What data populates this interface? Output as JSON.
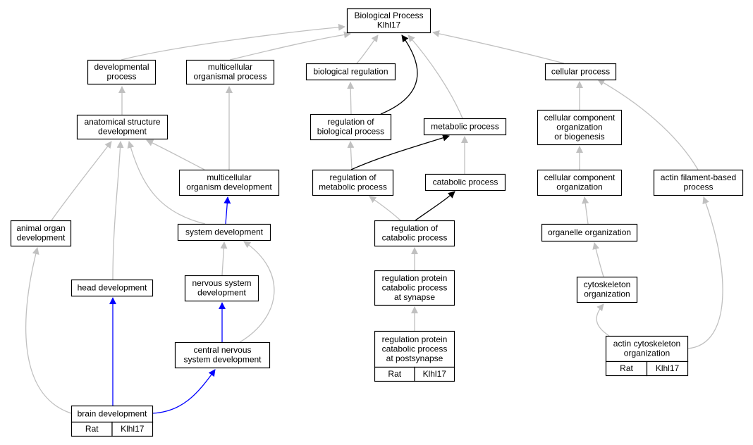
{
  "colors": {
    "edge_default": "#c0c0c0",
    "edge_highlight_black": "#000000",
    "edge_highlight_blue": "#0000ff",
    "annotation_fill": "#ffd700",
    "node_fill": "#ffffff",
    "node_border": "#000000"
  },
  "nodes": [
    {
      "id": "bp",
      "lines": [
        "Biological Process",
        "Klhl17"
      ]
    },
    {
      "id": "dev",
      "lines": [
        "developmental",
        "process"
      ]
    },
    {
      "id": "mop",
      "lines": [
        "multicellular",
        "organismal process"
      ]
    },
    {
      "id": "breg",
      "lines": [
        "biological regulation"
      ]
    },
    {
      "id": "cellp",
      "lines": [
        "cellular process"
      ]
    },
    {
      "id": "asd",
      "lines": [
        "anatomical structure",
        "development"
      ]
    },
    {
      "id": "rbp",
      "lines": [
        "regulation of",
        "biological process"
      ]
    },
    {
      "id": "metp",
      "lines": [
        "metabolic process"
      ]
    },
    {
      "id": "ccob",
      "lines": [
        "cellular component",
        "organization",
        "or biogenesis"
      ]
    },
    {
      "id": "mod",
      "lines": [
        "multicellular",
        "organism development"
      ]
    },
    {
      "id": "rmp",
      "lines": [
        "regulation of",
        "metabolic process"
      ]
    },
    {
      "id": "catp",
      "lines": [
        "catabolic process"
      ]
    },
    {
      "id": "cco",
      "lines": [
        "cellular component",
        "organization"
      ]
    },
    {
      "id": "afbp",
      "lines": [
        "actin filament-based",
        "process"
      ]
    },
    {
      "id": "aod",
      "lines": [
        "animal organ",
        "development"
      ]
    },
    {
      "id": "sysd",
      "lines": [
        "system development"
      ]
    },
    {
      "id": "rcp",
      "lines": [
        "regulation of",
        "catabolic process"
      ]
    },
    {
      "id": "oo",
      "lines": [
        "organelle organization"
      ]
    },
    {
      "id": "hd",
      "lines": [
        "head development"
      ]
    },
    {
      "id": "nsd",
      "lines": [
        "nervous system",
        "development"
      ]
    },
    {
      "id": "rpcps",
      "lines": [
        "regulation protein",
        "catabolic process",
        "at synapse"
      ]
    },
    {
      "id": "co",
      "lines": [
        "cytoskeleton",
        "organization"
      ]
    },
    {
      "id": "cnsd",
      "lines": [
        "central nervous",
        "system development"
      ]
    },
    {
      "id": "rpcpp",
      "lines": [
        "regulation protein",
        "catabolic process",
        "at postsynapse"
      ],
      "annotation": [
        "Rat",
        "Klhl17"
      ]
    },
    {
      "id": "aco",
      "lines": [
        "actin cytoskeleton",
        "organization"
      ],
      "annotation": [
        "Rat",
        "Klhl17"
      ]
    },
    {
      "id": "bd",
      "lines": [
        "brain development"
      ],
      "annotation": [
        "Rat",
        "Klhl17"
      ]
    }
  ],
  "edges": [
    {
      "from": "dev",
      "to": "bp",
      "style": "default"
    },
    {
      "from": "mop",
      "to": "bp",
      "style": "default"
    },
    {
      "from": "breg",
      "to": "bp",
      "style": "default"
    },
    {
      "from": "rbp",
      "to": "bp",
      "style": "black"
    },
    {
      "from": "metp",
      "to": "bp",
      "style": "default"
    },
    {
      "from": "cellp",
      "to": "bp",
      "style": "default"
    },
    {
      "from": "asd",
      "to": "dev",
      "style": "default"
    },
    {
      "from": "mod",
      "to": "mop",
      "style": "default"
    },
    {
      "from": "rbp",
      "to": "breg",
      "style": "default"
    },
    {
      "from": "mod",
      "to": "asd",
      "style": "default"
    },
    {
      "from": "aod",
      "to": "asd",
      "style": "default"
    },
    {
      "from": "hd",
      "to": "asd",
      "style": "default"
    },
    {
      "from": "sysd",
      "to": "asd",
      "style": "default"
    },
    {
      "from": "sysd",
      "to": "mod",
      "style": "blue"
    },
    {
      "from": "rmp",
      "to": "rbp",
      "style": "default"
    },
    {
      "from": "rmp",
      "to": "metp",
      "style": "black"
    },
    {
      "from": "catp",
      "to": "metp",
      "style": "default"
    },
    {
      "from": "rcp",
      "to": "rmp",
      "style": "default"
    },
    {
      "from": "rcp",
      "to": "catp",
      "style": "black"
    },
    {
      "from": "rpcps",
      "to": "rcp",
      "style": "default"
    },
    {
      "from": "rpcpp",
      "to": "rpcps",
      "style": "default"
    },
    {
      "from": "ccob",
      "to": "cellp",
      "style": "default"
    },
    {
      "from": "afbp",
      "to": "cellp",
      "style": "default"
    },
    {
      "from": "cco",
      "to": "ccob",
      "style": "default"
    },
    {
      "from": "oo",
      "to": "cco",
      "style": "default"
    },
    {
      "from": "co",
      "to": "oo",
      "style": "default"
    },
    {
      "from": "aco",
      "to": "co",
      "style": "default"
    },
    {
      "from": "aco",
      "to": "afbp",
      "style": "default"
    },
    {
      "from": "nsd",
      "to": "sysd",
      "style": "default"
    },
    {
      "from": "cnsd",
      "to": "sysd",
      "style": "default"
    },
    {
      "from": "cnsd",
      "to": "nsd",
      "style": "blue"
    },
    {
      "from": "bd",
      "to": "cnsd",
      "style": "blue"
    },
    {
      "from": "bd",
      "to": "hd",
      "style": "blue"
    },
    {
      "from": "bd",
      "to": "aod",
      "style": "default"
    }
  ]
}
